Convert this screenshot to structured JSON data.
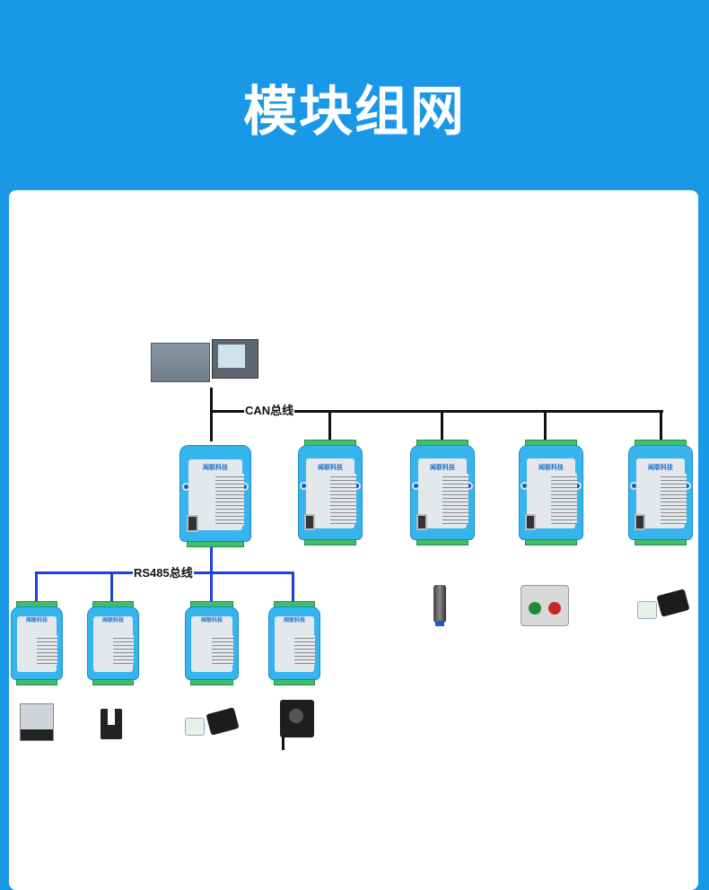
{
  "header": {
    "title": "模块组网"
  },
  "bus": {
    "can_label": "CAN总线",
    "rs485_label": "RS485总线"
  },
  "module_brand": "闻联科技",
  "colors": {
    "background": "#1a98e8",
    "can_line": "#111111",
    "rs485_line": "#1f3fe0",
    "module": "#35b4ee"
  }
}
